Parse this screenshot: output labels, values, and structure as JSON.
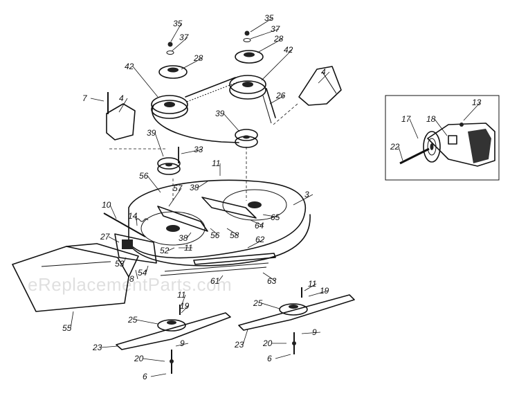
{
  "watermark": "eReplacementParts.com",
  "part_numbers": [
    "35",
    "37",
    "28",
    "42",
    "26",
    "4",
    "7",
    "39",
    "33",
    "11",
    "38",
    "56",
    "57",
    "3",
    "10",
    "14",
    "65",
    "64",
    "58",
    "27",
    "52",
    "62",
    "53",
    "54",
    "8",
    "61",
    "63",
    "55",
    "19",
    "25",
    "9",
    "23",
    "20",
    "6",
    "17",
    "18",
    "13",
    "22"
  ],
  "inset_label": "detail inset"
}
